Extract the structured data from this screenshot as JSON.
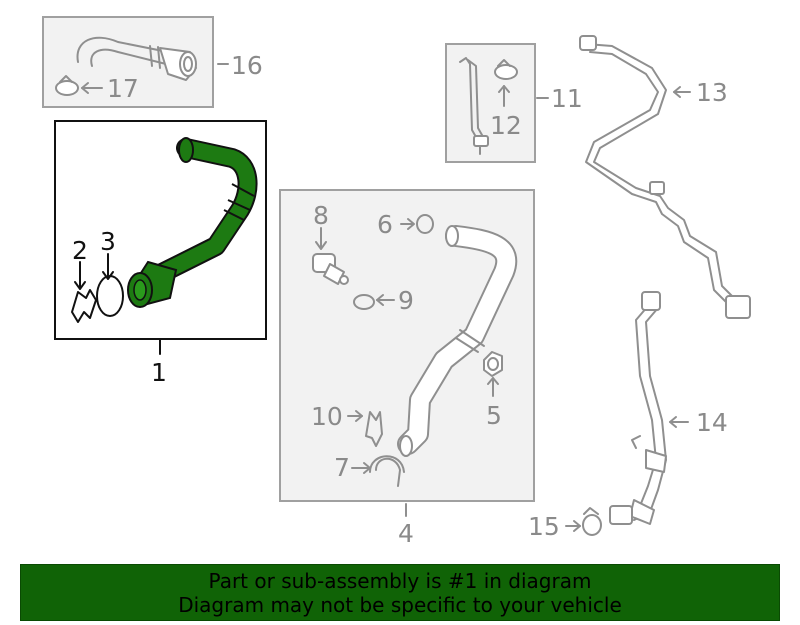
{
  "callouts": {
    "c1": "1",
    "c2": "2",
    "c3": "3",
    "c4": "4",
    "c5": "5",
    "c6": "6",
    "c7": "7",
    "c8": "8",
    "c9": "9",
    "c10": "10",
    "c11": "11",
    "c12": "12",
    "c13": "13",
    "c14": "14",
    "c15": "15",
    "c16": "16",
    "c17": "17"
  },
  "colors": {
    "highlight_part": "#1d7a12",
    "banner_background": "#106306",
    "line_gray": "#8f8f8f"
  },
  "footer": {
    "line1": "Part or sub-assembly is #1 in diagram",
    "line2": "Diagram may not be specific to your vehicle"
  }
}
